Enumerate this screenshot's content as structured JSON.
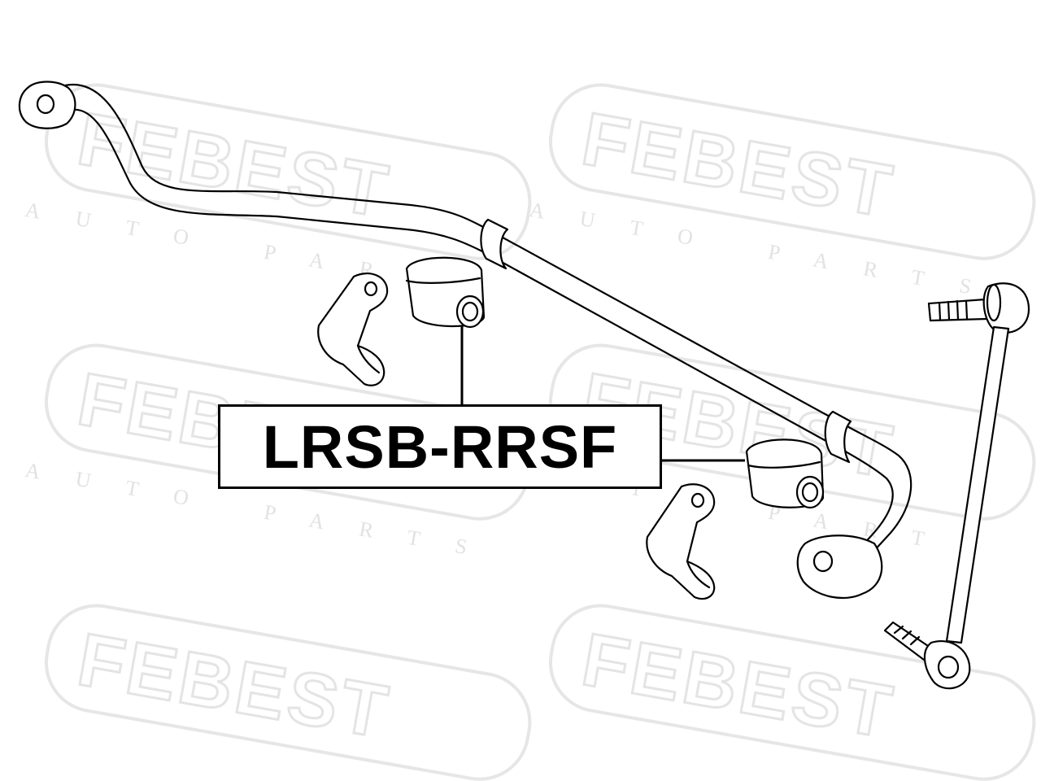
{
  "watermark": {
    "brand": "FEBEST",
    "tagline": "AUTO PARTS",
    "color": "#e4e4e4"
  },
  "diagram": {
    "part_number": "LRSB-RRSF",
    "line_color": "#000000",
    "background": "#ffffff",
    "components": [
      "stabilizer-bar",
      "stabilizer-bushing-left",
      "bushing-bracket-left",
      "stabilizer-bushing-right",
      "bushing-bracket-right",
      "stabilizer-link"
    ]
  }
}
